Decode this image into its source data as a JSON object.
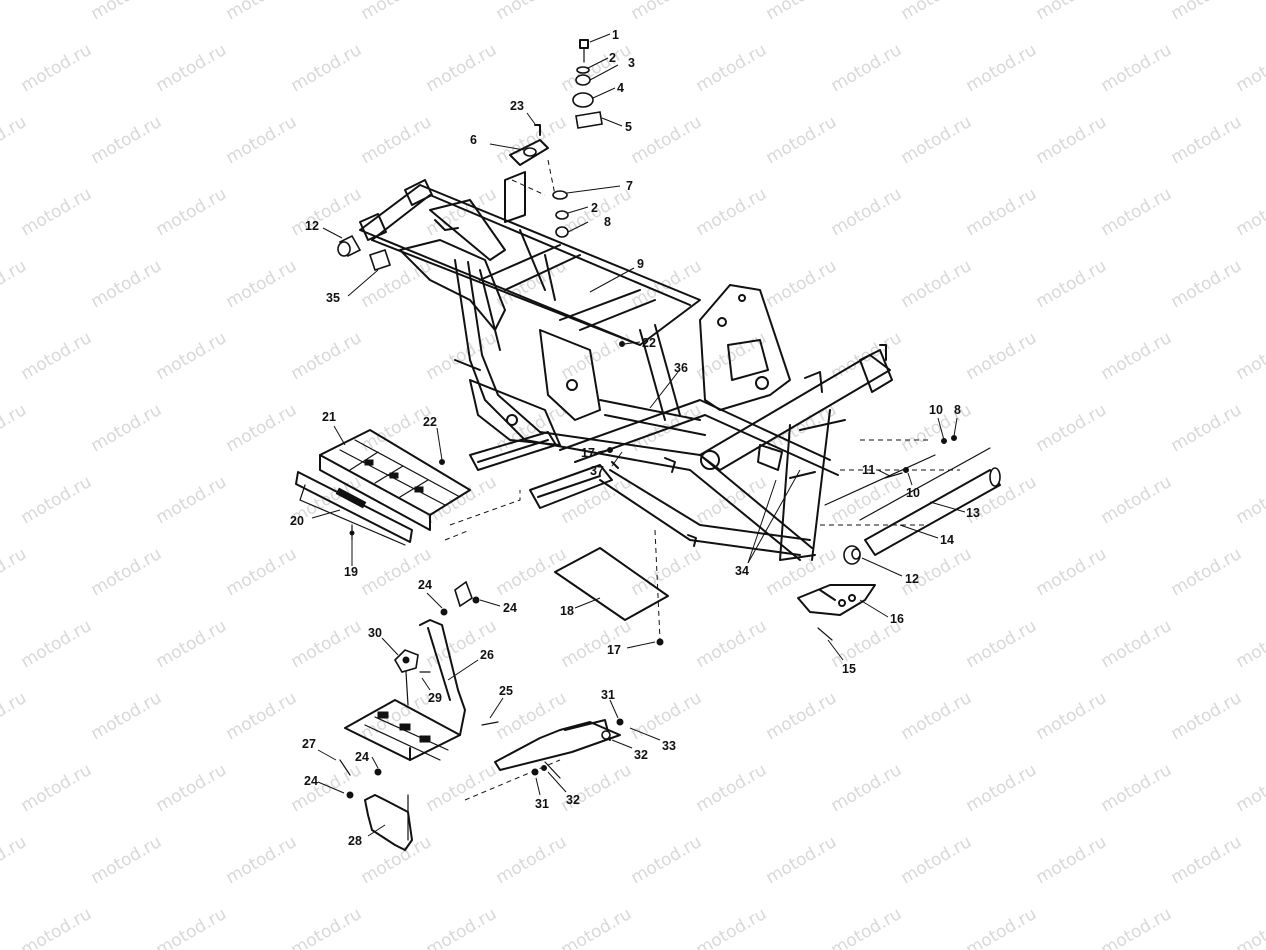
{
  "watermark": "motod.ru",
  "callouts": [
    {
      "id": "c1",
      "text": "1"
    },
    {
      "id": "c2a",
      "text": "2"
    },
    {
      "id": "c3",
      "text": "3"
    },
    {
      "id": "c4",
      "text": "4"
    },
    {
      "id": "c5",
      "text": "5"
    },
    {
      "id": "c23",
      "text": "23"
    },
    {
      "id": "c6",
      "text": "6"
    },
    {
      "id": "c7",
      "text": "7"
    },
    {
      "id": "c2b",
      "text": "2"
    },
    {
      "id": "c8a",
      "text": "8"
    },
    {
      "id": "c12a",
      "text": "12"
    },
    {
      "id": "c9",
      "text": "9"
    },
    {
      "id": "c35",
      "text": "35"
    },
    {
      "id": "c22a",
      "text": "22"
    },
    {
      "id": "c36",
      "text": "36"
    },
    {
      "id": "c21",
      "text": "21"
    },
    {
      "id": "c22b",
      "text": "22"
    },
    {
      "id": "c10a",
      "text": "10"
    },
    {
      "id": "c8b",
      "text": "8"
    },
    {
      "id": "c17a",
      "text": "17"
    },
    {
      "id": "c37",
      "text": "37"
    },
    {
      "id": "c11",
      "text": "11"
    },
    {
      "id": "c10b",
      "text": "10"
    },
    {
      "id": "c13",
      "text": "13"
    },
    {
      "id": "c20",
      "text": "20"
    },
    {
      "id": "c14",
      "text": "14"
    },
    {
      "id": "c19",
      "text": "19"
    },
    {
      "id": "c34",
      "text": "34"
    },
    {
      "id": "c12b",
      "text": "12"
    },
    {
      "id": "c24a",
      "text": "24"
    },
    {
      "id": "c24b",
      "text": "24"
    },
    {
      "id": "c18",
      "text": "18"
    },
    {
      "id": "c16",
      "text": "16"
    },
    {
      "id": "c30",
      "text": "30"
    },
    {
      "id": "c17b",
      "text": "17"
    },
    {
      "id": "c26",
      "text": "26"
    },
    {
      "id": "c15",
      "text": "15"
    },
    {
      "id": "c29",
      "text": "29"
    },
    {
      "id": "c25",
      "text": "25"
    },
    {
      "id": "c31a",
      "text": "31"
    },
    {
      "id": "c27",
      "text": "27"
    },
    {
      "id": "c24c",
      "text": "24"
    },
    {
      "id": "c33",
      "text": "33"
    },
    {
      "id": "c32a",
      "text": "32"
    },
    {
      "id": "c24d",
      "text": "24"
    },
    {
      "id": "c31b",
      "text": "31"
    },
    {
      "id": "c32b",
      "text": "32"
    },
    {
      "id": "c28",
      "text": "28"
    }
  ]
}
